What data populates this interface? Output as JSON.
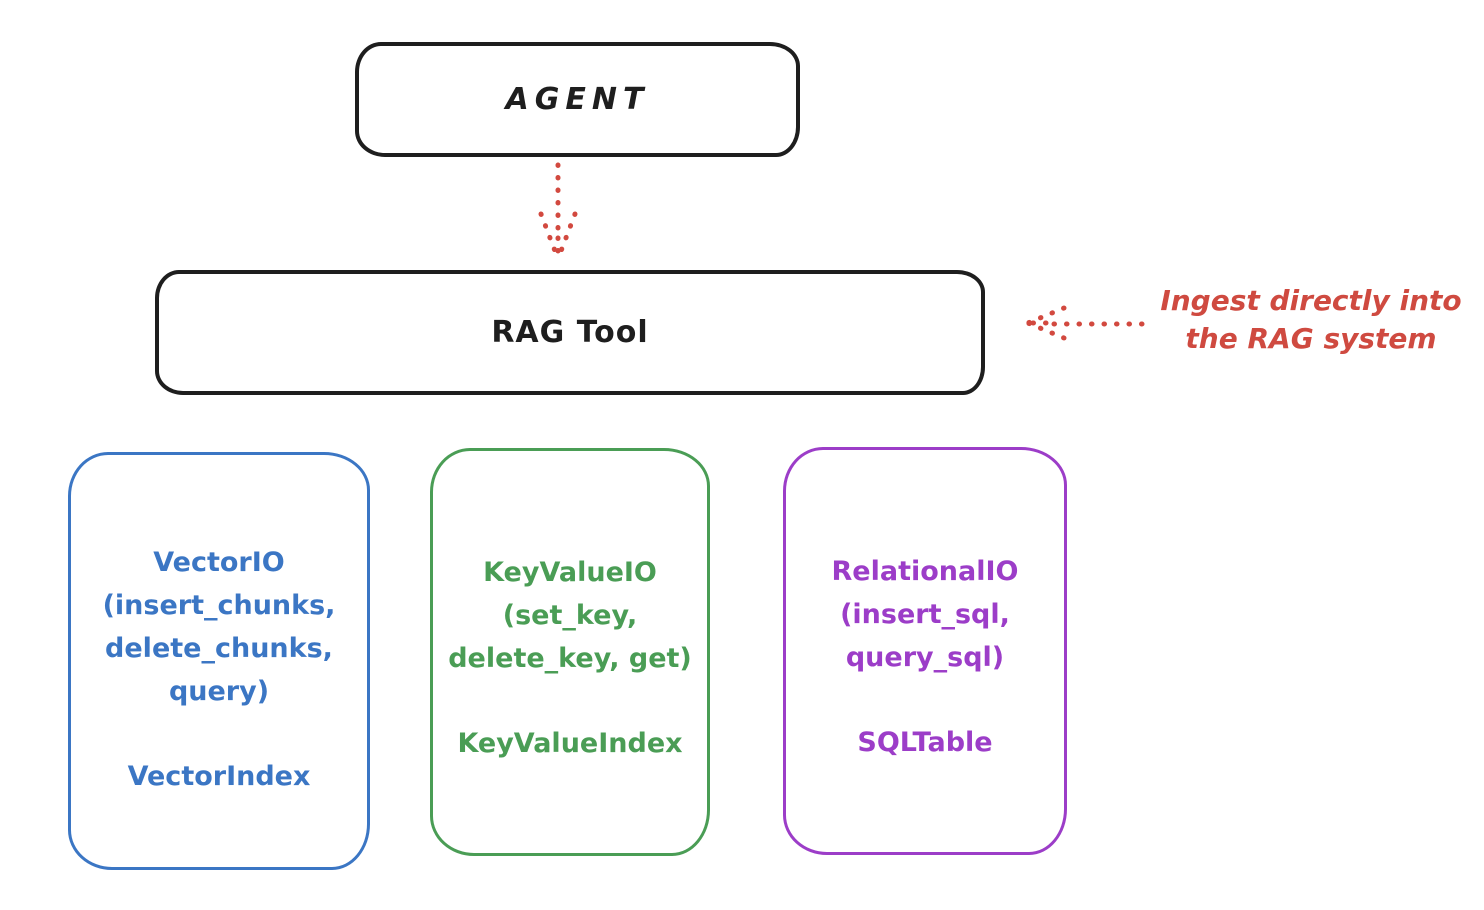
{
  "diagram": {
    "background": "#ffffff",
    "stroke_color": "#1e1e1e",
    "accent_red": "#d2493f",
    "agent": {
      "label": "AGENT"
    },
    "rag_tool": {
      "label": "RAG Tool"
    },
    "annotation": {
      "text": "Ingest directly into\nthe RAG system",
      "color": "#cf4a40"
    },
    "arrows": [
      {
        "name": "agent-to-rag-tool",
        "style": "dotted",
        "direction": "down",
        "color": "#d2493f"
      },
      {
        "name": "annotation-to-rag-tool",
        "style": "dotted",
        "direction": "left",
        "color": "#d2493f"
      }
    ],
    "storage_boxes": [
      {
        "body": "VectorIO\n(insert_chunks,\ndelete_chunks,\nquery)",
        "footer": "VectorIndex",
        "color": "#3b76c4"
      },
      {
        "body": "KeyValueIO\n(set_key,\ndelete_key, get)",
        "footer": "KeyValueIndex",
        "color": "#4a9d55"
      },
      {
        "body": "RelationalIO\n(insert_sql,\nquery_sql)",
        "footer": "SQLTable",
        "color": "#9c3dc8"
      }
    ]
  }
}
